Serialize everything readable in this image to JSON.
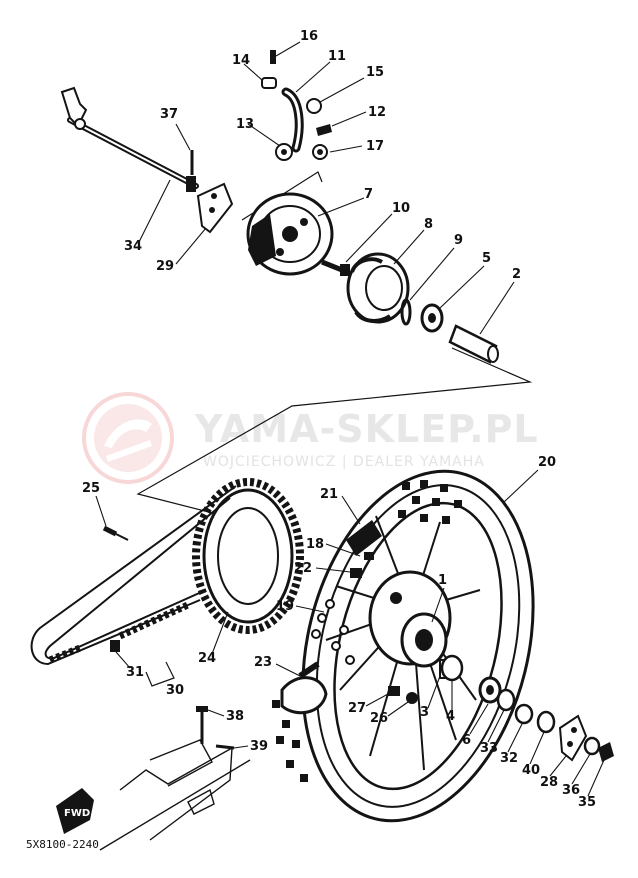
{
  "watermark": {
    "title": "YAMA-SKLEP.PL",
    "subtitle": "WOJCIECHOWICZ | DEALER YAMAHA"
  },
  "diagram_code": "5X8100-2240",
  "fwd_label": "FWD",
  "callouts": [
    "1",
    "2",
    "3",
    "4",
    "5",
    "6",
    "7",
    "8",
    "9",
    "10",
    "11",
    "12",
    "13",
    "14",
    "15",
    "16",
    "17",
    "18",
    "19",
    "20",
    "21",
    "22",
    "23",
    "24",
    "25",
    "26",
    "27",
    "28",
    "29",
    "30",
    "31",
    "32",
    "33",
    "34",
    "35",
    "36",
    "37",
    "38",
    "39",
    "40"
  ]
}
